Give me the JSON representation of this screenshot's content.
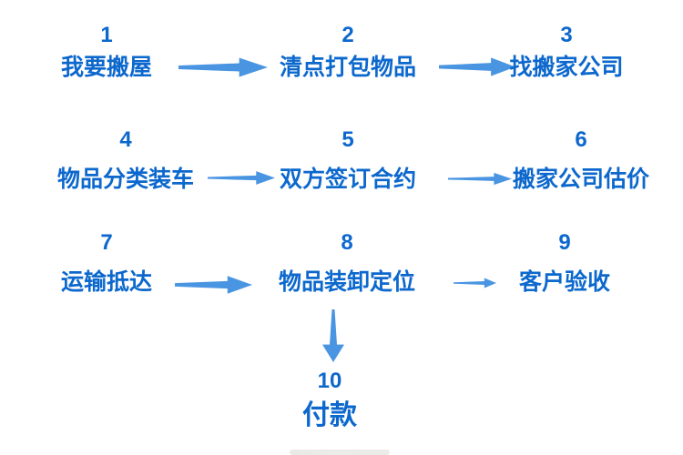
{
  "colors": {
    "step_text_blue": "#0c68cd",
    "arrow_blue": "#4a95e2",
    "background": "#ffffff"
  },
  "icons": {
    "arrow_right": "→",
    "arrow_down": "↓"
  },
  "flow": {
    "title": "",
    "rows": [
      {
        "steps": [
          {
            "number": "1",
            "label": "我要搬屋"
          },
          {
            "number": "2",
            "label": "清点打包物品"
          },
          {
            "number": "3",
            "label": "找搬家公司"
          }
        ]
      },
      {
        "steps": [
          {
            "number": "4",
            "label": "物品分类装车"
          },
          {
            "number": "5",
            "label": "双方签订合约"
          },
          {
            "number": "6",
            "label": "搬家公司估价"
          }
        ]
      },
      {
        "steps": [
          {
            "number": "7",
            "label": "运输抵达"
          },
          {
            "number": "8",
            "label": "物品装卸定位"
          },
          {
            "number": "9",
            "label": "客户验收"
          }
        ]
      }
    ],
    "final_step": {
      "number": "10",
      "label": "付款"
    },
    "connections": [
      {
        "from": "1",
        "to": "2",
        "direction": "right"
      },
      {
        "from": "2",
        "to": "3",
        "direction": "right"
      },
      {
        "from": "4",
        "to": "5",
        "direction": "right"
      },
      {
        "from": "5",
        "to": "6",
        "direction": "right"
      },
      {
        "from": "7",
        "to": "8",
        "direction": "right"
      },
      {
        "from": "8",
        "to": "9",
        "direction": "right"
      },
      {
        "from": "8",
        "to": "10",
        "direction": "down"
      }
    ]
  }
}
